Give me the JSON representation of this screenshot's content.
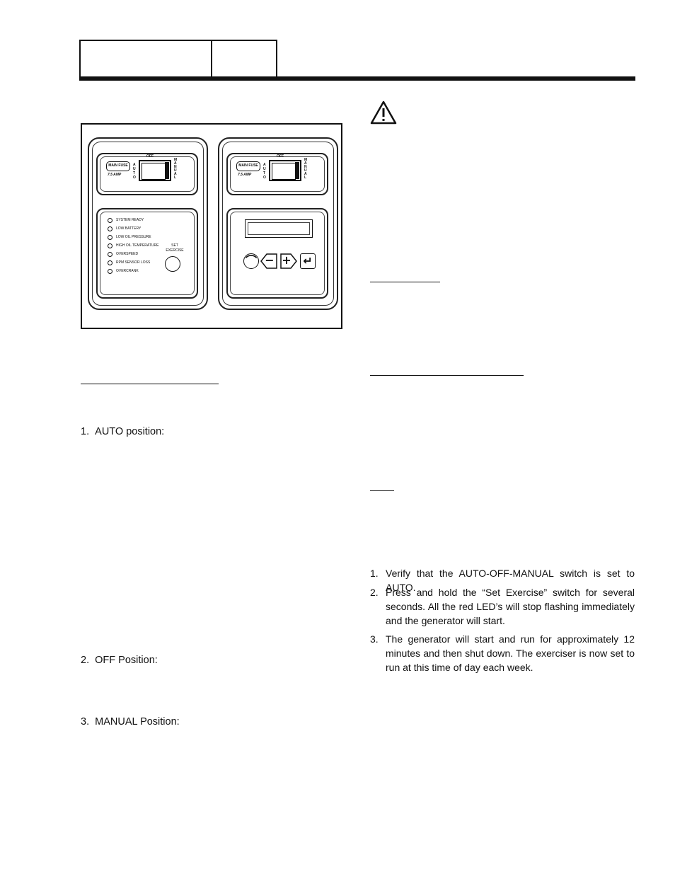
{
  "header": {
    "cell1": "",
    "cell2": ""
  },
  "figure": {
    "left_panel": {
      "fuse_label": "MAIN FUSE",
      "fuse_rating": "7.5 AMP",
      "switch_off": "OFF",
      "switch_auto": "AUTO",
      "switch_manual": "MANUAL",
      "leds": [
        "SYSTEM READY",
        "LOW BATTERY",
        "LOW OIL PRESSURE",
        "HIGH OIL TEMPERATURE",
        "OVERSPEED",
        "RPM SENSOR LOSS",
        "OVERCRANK"
      ],
      "set_exercise_label_1": "SET",
      "set_exercise_label_2": "EXERCISE"
    },
    "right_panel": {
      "fuse_label": "MAIN FUSE",
      "fuse_rating": "7.5 AMP",
      "switch_off": "OFF",
      "switch_auto": "AUTO",
      "switch_manual": "MANUAL",
      "keys": [
        "⌒",
        "−",
        "+",
        "↵"
      ]
    }
  },
  "left_column": {
    "items": [
      {
        "num": "1.",
        "label": "AUTO position:"
      },
      {
        "num": "2.",
        "label": "OFF Position:"
      },
      {
        "num": "3.",
        "label": "MANUAL Position:"
      }
    ]
  },
  "right_column": {
    "warning_icon": "warning-triangle-icon",
    "steps": [
      {
        "num": "1.",
        "text": "Verify that the AUTO-OFF-MANUAL switch is set to AUTO."
      },
      {
        "num": "2.",
        "text": "Press and hold the “Set Exercise” switch for several seconds. All the red LED’s will stop flashing immediately and the generator will start."
      },
      {
        "num": "3.",
        "text": "The generator will start and run for approximately 12 minutes and then shut down. The exerciser is now set to run at this time of day each week."
      }
    ]
  }
}
